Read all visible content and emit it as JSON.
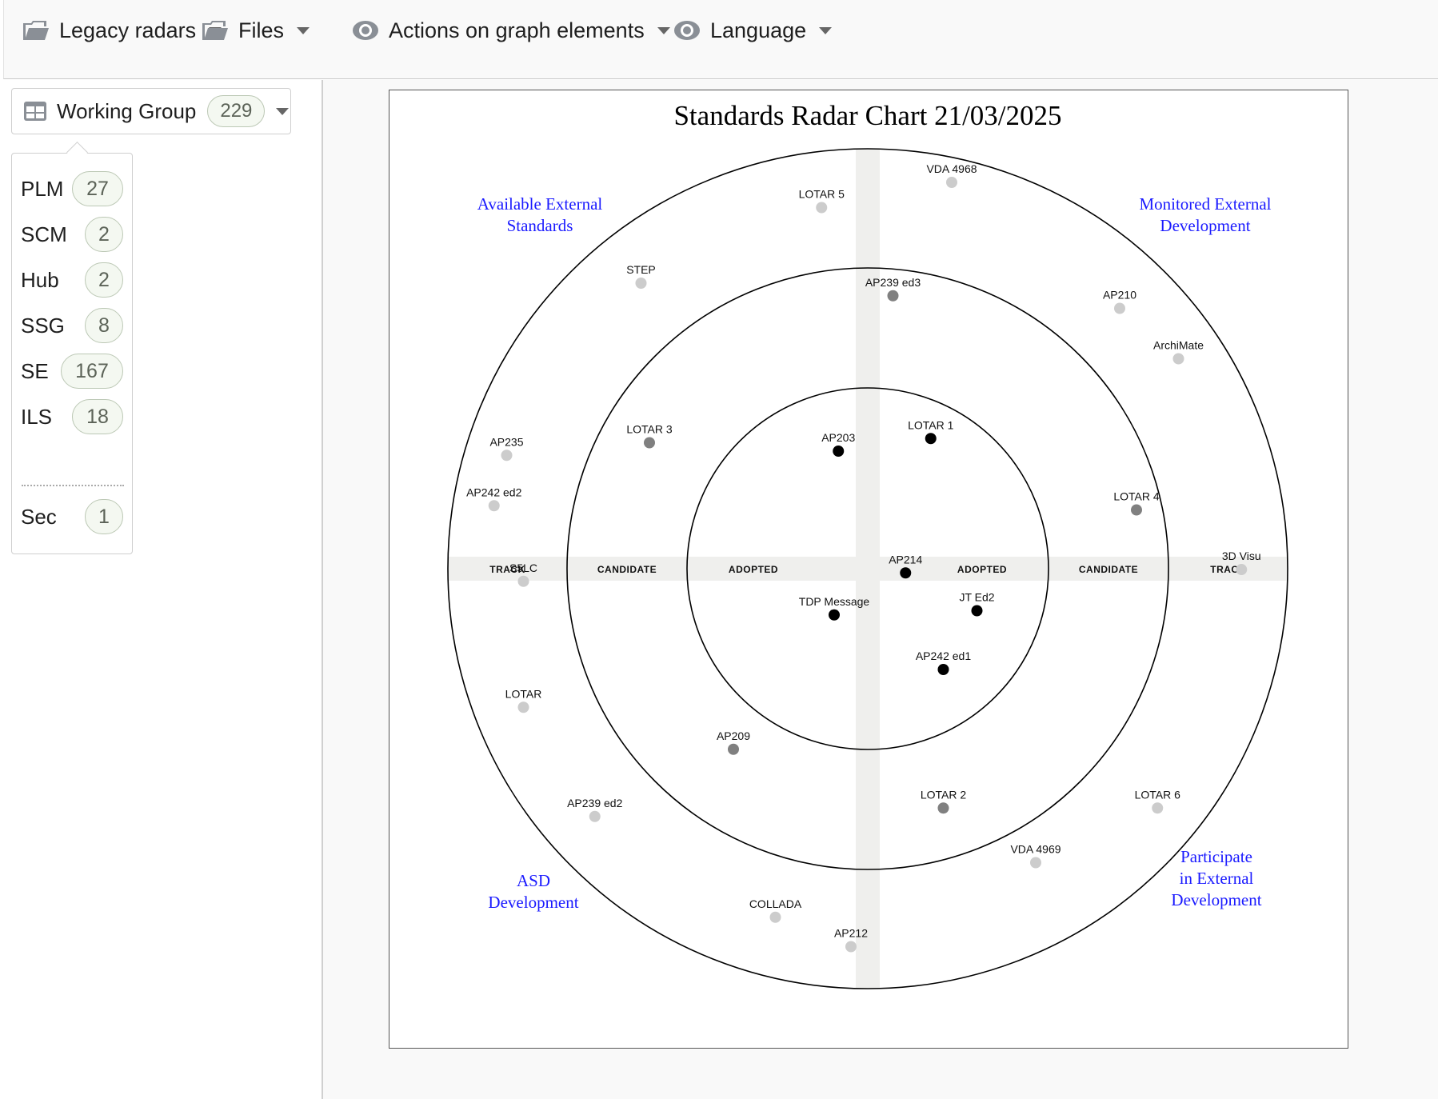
{
  "menu": {
    "items": [
      {
        "label": "Legacy radars",
        "icon": "folder-open-icon"
      },
      {
        "label": "Files",
        "icon": "folder-open-icon"
      },
      {
        "label": "Actions on graph elements",
        "icon": "eye-icon"
      },
      {
        "label": "Language",
        "icon": "eye-icon"
      }
    ]
  },
  "sidebar": {
    "dropdown": {
      "label": "Working Group",
      "count": "229",
      "icon": "table-grid-icon"
    },
    "groups": [
      {
        "name": "PLM",
        "count": "27"
      },
      {
        "name": "SCM",
        "count": "2"
      },
      {
        "name": "Hub",
        "count": "2"
      },
      {
        "name": "SSG",
        "count": "8"
      },
      {
        "name": "SE",
        "count": "167"
      },
      {
        "name": "ILS",
        "count": "18"
      }
    ],
    "extra_groups": [
      {
        "name": "Sec",
        "count": "1"
      }
    ]
  },
  "chart_data": {
    "type": "scatter",
    "subtype": "technology-radar",
    "title": "Standards Radar Chart 21/03/2025",
    "rings": [
      "ADOPTED",
      "CANDIDATE",
      "TRACK"
    ],
    "quadrants": [
      {
        "id": "top-left",
        "name_lines": [
          "Available External",
          "Standards"
        ]
      },
      {
        "id": "top-right",
        "name_lines": [
          "Monitored External",
          "Development"
        ]
      },
      {
        "id": "bottom-left",
        "name_lines": [
          "ASD",
          "Development"
        ]
      },
      {
        "id": "bottom-right",
        "name_lines": [
          "Participate",
          "in External",
          "Development"
        ]
      }
    ],
    "status_colors": {
      "adopted": "#000000",
      "candidate": "#808080",
      "track": "#cccccc"
    },
    "points": [
      {
        "label": "AP203",
        "x": -0.07,
        "y": 0.28,
        "status": "adopted"
      },
      {
        "label": "LOTAR 1",
        "x": 0.15,
        "y": 0.31,
        "status": "adopted"
      },
      {
        "label": "AP214",
        "x": 0.09,
        "y": -0.01,
        "status": "adopted"
      },
      {
        "label": "TDP Message",
        "x": -0.08,
        "y": -0.11,
        "status": "adopted"
      },
      {
        "label": "JT Ed2",
        "x": 0.26,
        "y": -0.1,
        "status": "adopted"
      },
      {
        "label": "AP242 ed1",
        "x": 0.18,
        "y": -0.24,
        "status": "adopted"
      },
      {
        "label": "LOTAR 3",
        "x": -0.52,
        "y": 0.3,
        "status": "candidate"
      },
      {
        "label": "AP239 ed3",
        "x": 0.06,
        "y": 0.65,
        "status": "candidate"
      },
      {
        "label": "LOTAR 4",
        "x": 0.64,
        "y": 0.14,
        "status": "candidate"
      },
      {
        "label": "AP209",
        "x": -0.32,
        "y": -0.43,
        "status": "candidate"
      },
      {
        "label": "LOTAR 2",
        "x": 0.18,
        "y": -0.57,
        "status": "candidate"
      },
      {
        "label": "LOTAR 5",
        "x": -0.11,
        "y": 0.86,
        "status": "track"
      },
      {
        "label": "VDA 4968",
        "x": 0.2,
        "y": 0.92,
        "status": "track"
      },
      {
        "label": "STEP",
        "x": -0.54,
        "y": 0.68,
        "status": "track"
      },
      {
        "label": "AP210",
        "x": 0.6,
        "y": 0.62,
        "status": "track"
      },
      {
        "label": "ArchiMate",
        "x": 0.74,
        "y": 0.5,
        "status": "track"
      },
      {
        "label": "AP235",
        "x": -0.86,
        "y": 0.27,
        "status": "track"
      },
      {
        "label": "AP242 ed2",
        "x": -0.89,
        "y": 0.15,
        "status": "track"
      },
      {
        "label": "3D Visu",
        "x": 0.89,
        "y": -0.002,
        "status": "track"
      },
      {
        "label": "S5LC",
        "x": -0.82,
        "y": -0.03,
        "status": "track"
      },
      {
        "label": "LOTAR",
        "x": -0.82,
        "y": -0.33,
        "status": "track"
      },
      {
        "label": "AP239 ed2",
        "x": -0.65,
        "y": -0.59,
        "status": "track"
      },
      {
        "label": "LOTAR 6",
        "x": 0.69,
        "y": -0.57,
        "status": "track"
      },
      {
        "label": "VDA 4969",
        "x": 0.4,
        "y": -0.7,
        "status": "track"
      },
      {
        "label": "COLLADA",
        "x": -0.22,
        "y": -0.83,
        "status": "track"
      },
      {
        "label": "AP212",
        "x": -0.04,
        "y": -0.9,
        "status": "track"
      }
    ]
  }
}
